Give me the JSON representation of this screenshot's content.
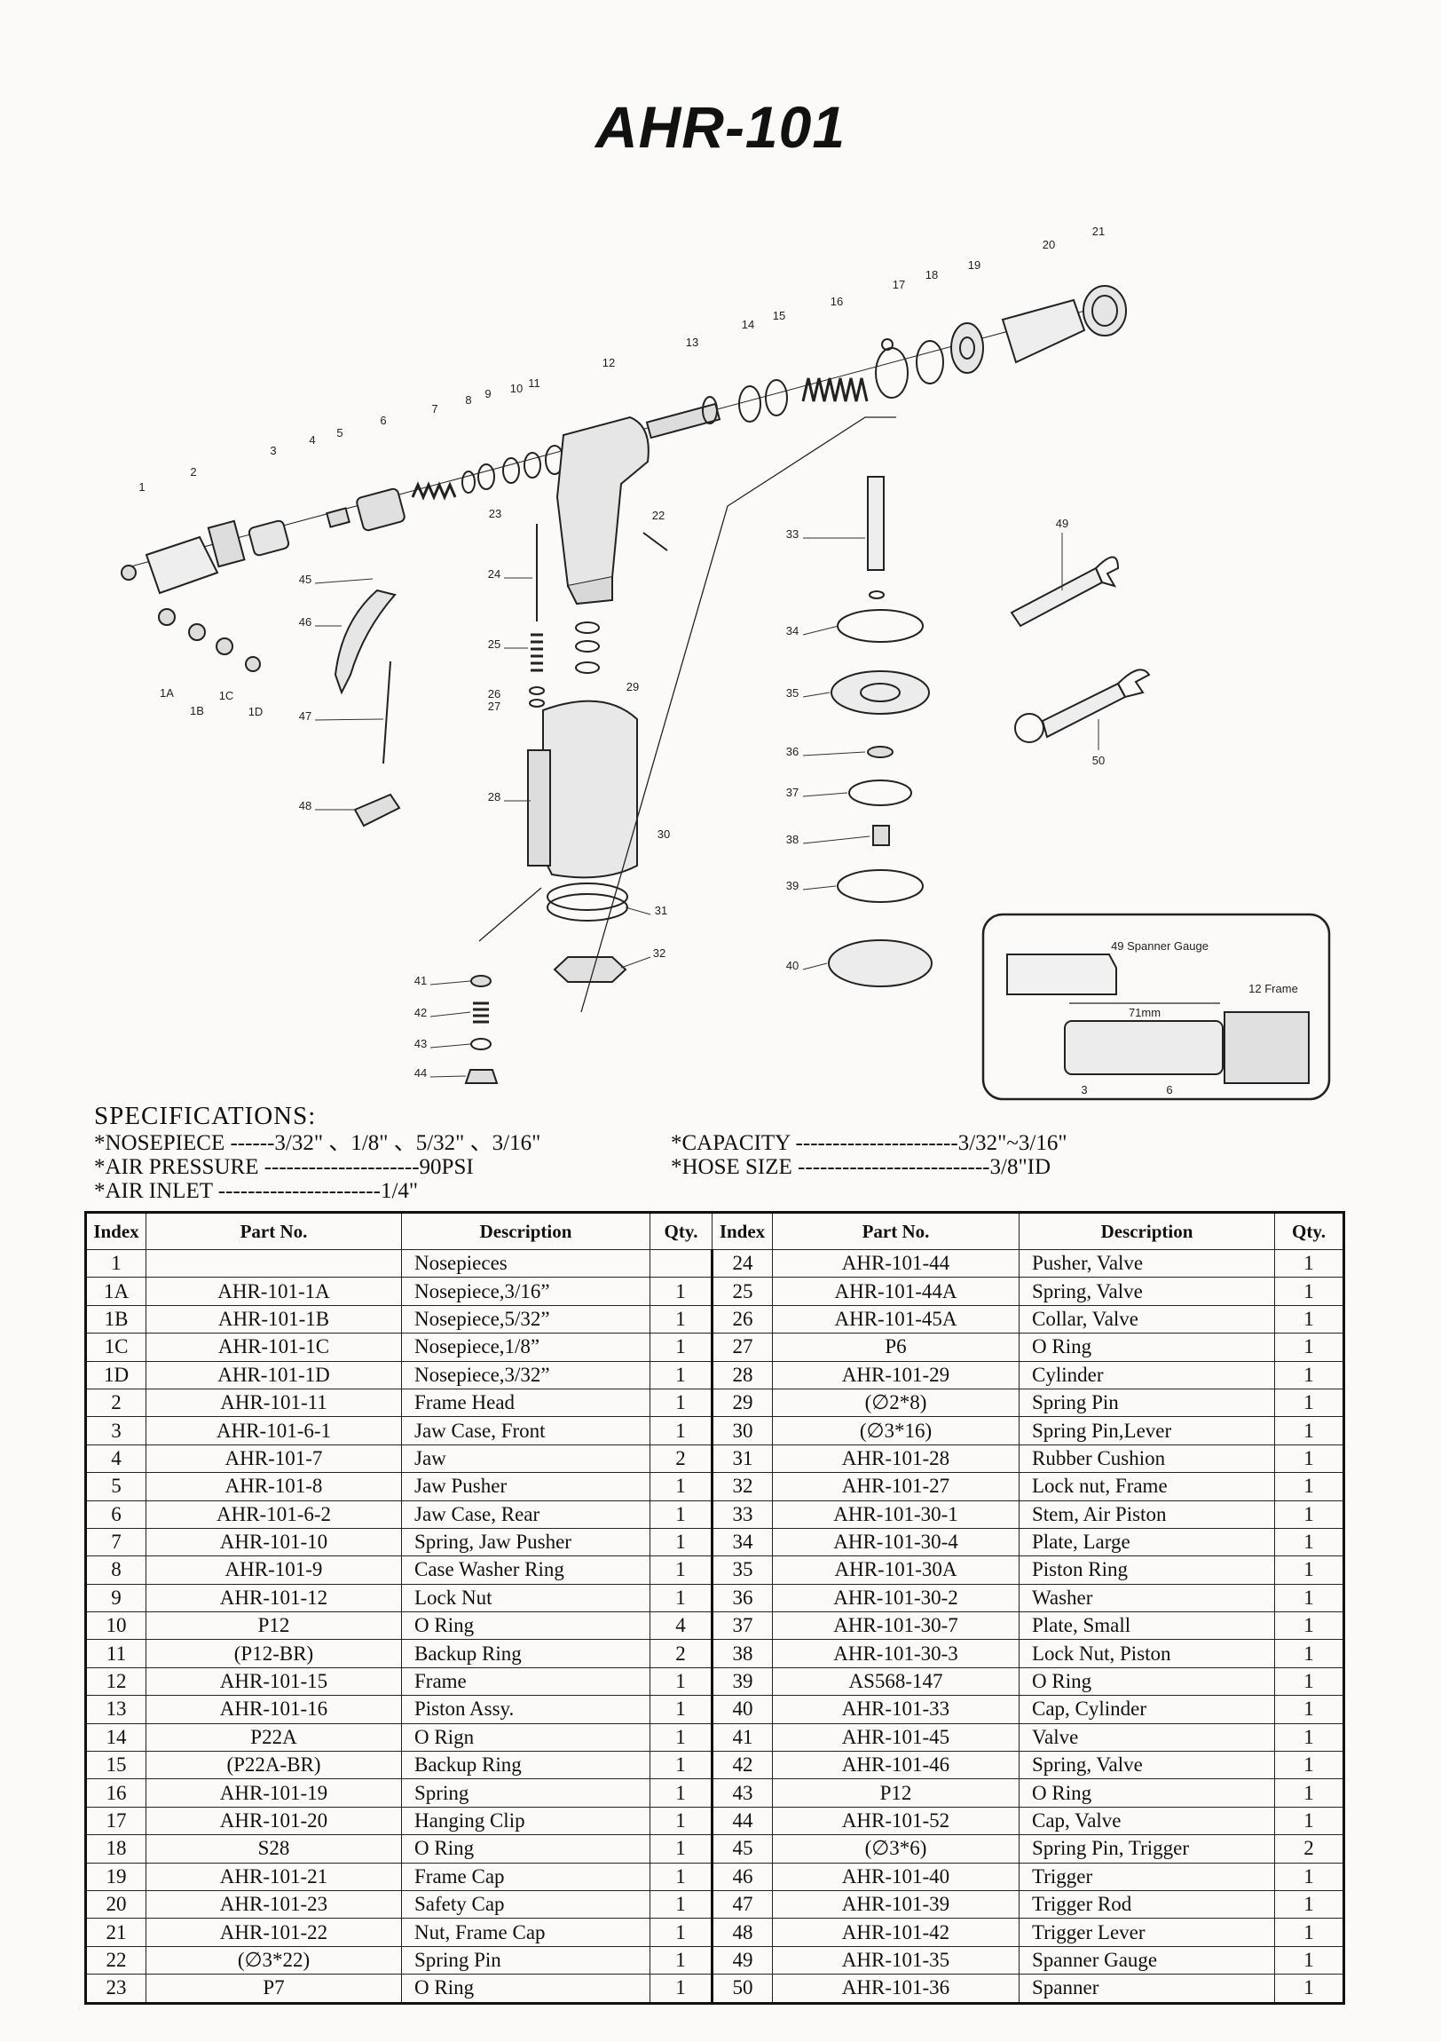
{
  "title": "AHR-101",
  "diagram": {
    "callouts": [
      "1",
      "1A",
      "1B",
      "1C",
      "1D",
      "2",
      "3",
      "4",
      "5",
      "6",
      "7",
      "8",
      "9",
      "10",
      "11",
      "12",
      "13",
      "14",
      "15",
      "16",
      "17",
      "18",
      "19",
      "20",
      "21",
      "22",
      "23",
      "24",
      "25",
      "26",
      "27",
      "28",
      "29",
      "30",
      "31",
      "32",
      "33",
      "34",
      "35",
      "36",
      "37",
      "38",
      "39",
      "40",
      "41",
      "42",
      "43",
      "44",
      "45",
      "46",
      "47",
      "48",
      "49",
      "50"
    ],
    "inset": {
      "gauge_label": "49 Spanner Gauge",
      "frame_label": "12 Frame",
      "dimension": "71mm",
      "ref_a": "3",
      "ref_b": "6"
    }
  },
  "specs": {
    "heading": "SPECIFICATIONS:",
    "nosepiece": "*NOSEPIECE ------3/32\" 、1/8\" 、5/32\" 、3/16\"",
    "air_pressure": "*AIR PRESSURE ---------------------90PSI",
    "air_inlet": "*AIR INLET ----------------------1/4\"",
    "capacity": "*CAPACITY ----------------------3/32\"~3/16\"",
    "hose_size": "*HOSE SIZE --------------------------3/8\"ID"
  },
  "table": {
    "headers": [
      "Index",
      "Part No.",
      "Description",
      "Qty.",
      "Index",
      "Part No.",
      "Description",
      "Qty."
    ],
    "left": [
      [
        "1",
        "",
        "Nosepieces",
        ""
      ],
      [
        "1A",
        "AHR-101-1A",
        "Nosepiece,3/16”",
        "1"
      ],
      [
        "1B",
        "AHR-101-1B",
        "Nosepiece,5/32”",
        "1"
      ],
      [
        "1C",
        "AHR-101-1C",
        "Nosepiece,1/8”",
        "1"
      ],
      [
        "1D",
        "AHR-101-1D",
        "Nosepiece,3/32”",
        "1"
      ],
      [
        "2",
        "AHR-101-11",
        "Frame Head",
        "1"
      ],
      [
        "3",
        "AHR-101-6-1",
        "Jaw Case, Front",
        "1"
      ],
      [
        "4",
        "AHR-101-7",
        "Jaw",
        "2"
      ],
      [
        "5",
        "AHR-101-8",
        "Jaw Pusher",
        "1"
      ],
      [
        "6",
        "AHR-101-6-2",
        "Jaw Case, Rear",
        "1"
      ],
      [
        "7",
        "AHR-101-10",
        "Spring, Jaw Pusher",
        "1"
      ],
      [
        "8",
        "AHR-101-9",
        "Case Washer Ring",
        "1"
      ],
      [
        "9",
        "AHR-101-12",
        "Lock Nut",
        "1"
      ],
      [
        "10",
        "P12",
        "O Ring",
        "4"
      ],
      [
        "11",
        "(P12-BR)",
        "Backup Ring",
        "2"
      ],
      [
        "12",
        "AHR-101-15",
        "Frame",
        "1"
      ],
      [
        "13",
        "AHR-101-16",
        "Piston Assy.",
        "1"
      ],
      [
        "14",
        "P22A",
        "O Rign",
        "1"
      ],
      [
        "15",
        "(P22A-BR)",
        "Backup Ring",
        "1"
      ],
      [
        "16",
        "AHR-101-19",
        "Spring",
        "1"
      ],
      [
        "17",
        "AHR-101-20",
        "Hanging Clip",
        "1"
      ],
      [
        "18",
        "S28",
        "O Ring",
        "1"
      ],
      [
        "19",
        "AHR-101-21",
        "Frame Cap",
        "1"
      ],
      [
        "20",
        "AHR-101-23",
        "Safety Cap",
        "1"
      ],
      [
        "21",
        "AHR-101-22",
        "Nut, Frame Cap",
        "1"
      ],
      [
        "22",
        "(∅3*22)",
        "Spring Pin",
        "1"
      ],
      [
        "23",
        "P7",
        "O Ring",
        "1"
      ]
    ],
    "right": [
      [
        "24",
        "AHR-101-44",
        "Pusher, Valve",
        "1"
      ],
      [
        "25",
        "AHR-101-44A",
        "Spring, Valve",
        "1"
      ],
      [
        "26",
        "AHR-101-45A",
        "Collar, Valve",
        "1"
      ],
      [
        "27",
        "P6",
        "O Ring",
        "1"
      ],
      [
        "28",
        "AHR-101-29",
        "Cylinder",
        "1"
      ],
      [
        "29",
        "(∅2*8)",
        "Spring Pin",
        "1"
      ],
      [
        "30",
        "(∅3*16)",
        "Spring Pin,Lever",
        "1"
      ],
      [
        "31",
        "AHR-101-28",
        "Rubber Cushion",
        "1"
      ],
      [
        "32",
        "AHR-101-27",
        "Lock nut, Frame",
        "1"
      ],
      [
        "33",
        "AHR-101-30-1",
        "Stem, Air Piston",
        "1"
      ],
      [
        "34",
        "AHR-101-30-4",
        "Plate, Large",
        "1"
      ],
      [
        "35",
        "AHR-101-30A",
        "Piston Ring",
        "1"
      ],
      [
        "36",
        "AHR-101-30-2",
        "Washer",
        "1"
      ],
      [
        "37",
        "AHR-101-30-7",
        "Plate, Small",
        "1"
      ],
      [
        "38",
        "AHR-101-30-3",
        "Lock Nut, Piston",
        "1"
      ],
      [
        "39",
        "AS568-147",
        "O Ring",
        "1"
      ],
      [
        "40",
        "AHR-101-33",
        "Cap, Cylinder",
        "1"
      ],
      [
        "41",
        "AHR-101-45",
        "Valve",
        "1"
      ],
      [
        "42",
        "AHR-101-46",
        "Spring, Valve",
        "1"
      ],
      [
        "43",
        "P12",
        "O Ring",
        "1"
      ],
      [
        "44",
        "AHR-101-52",
        "Cap, Valve",
        "1"
      ],
      [
        "45",
        "(∅3*6)",
        "Spring Pin, Trigger",
        "2"
      ],
      [
        "46",
        "AHR-101-40",
        "Trigger",
        "1"
      ],
      [
        "47",
        "AHR-101-39",
        "Trigger Rod",
        "1"
      ],
      [
        "48",
        "AHR-101-42",
        "Trigger Lever",
        "1"
      ],
      [
        "49",
        "AHR-101-35",
        "Spanner Gauge",
        "1"
      ],
      [
        "50",
        "AHR-101-36",
        "Spanner",
        "1"
      ]
    ]
  }
}
